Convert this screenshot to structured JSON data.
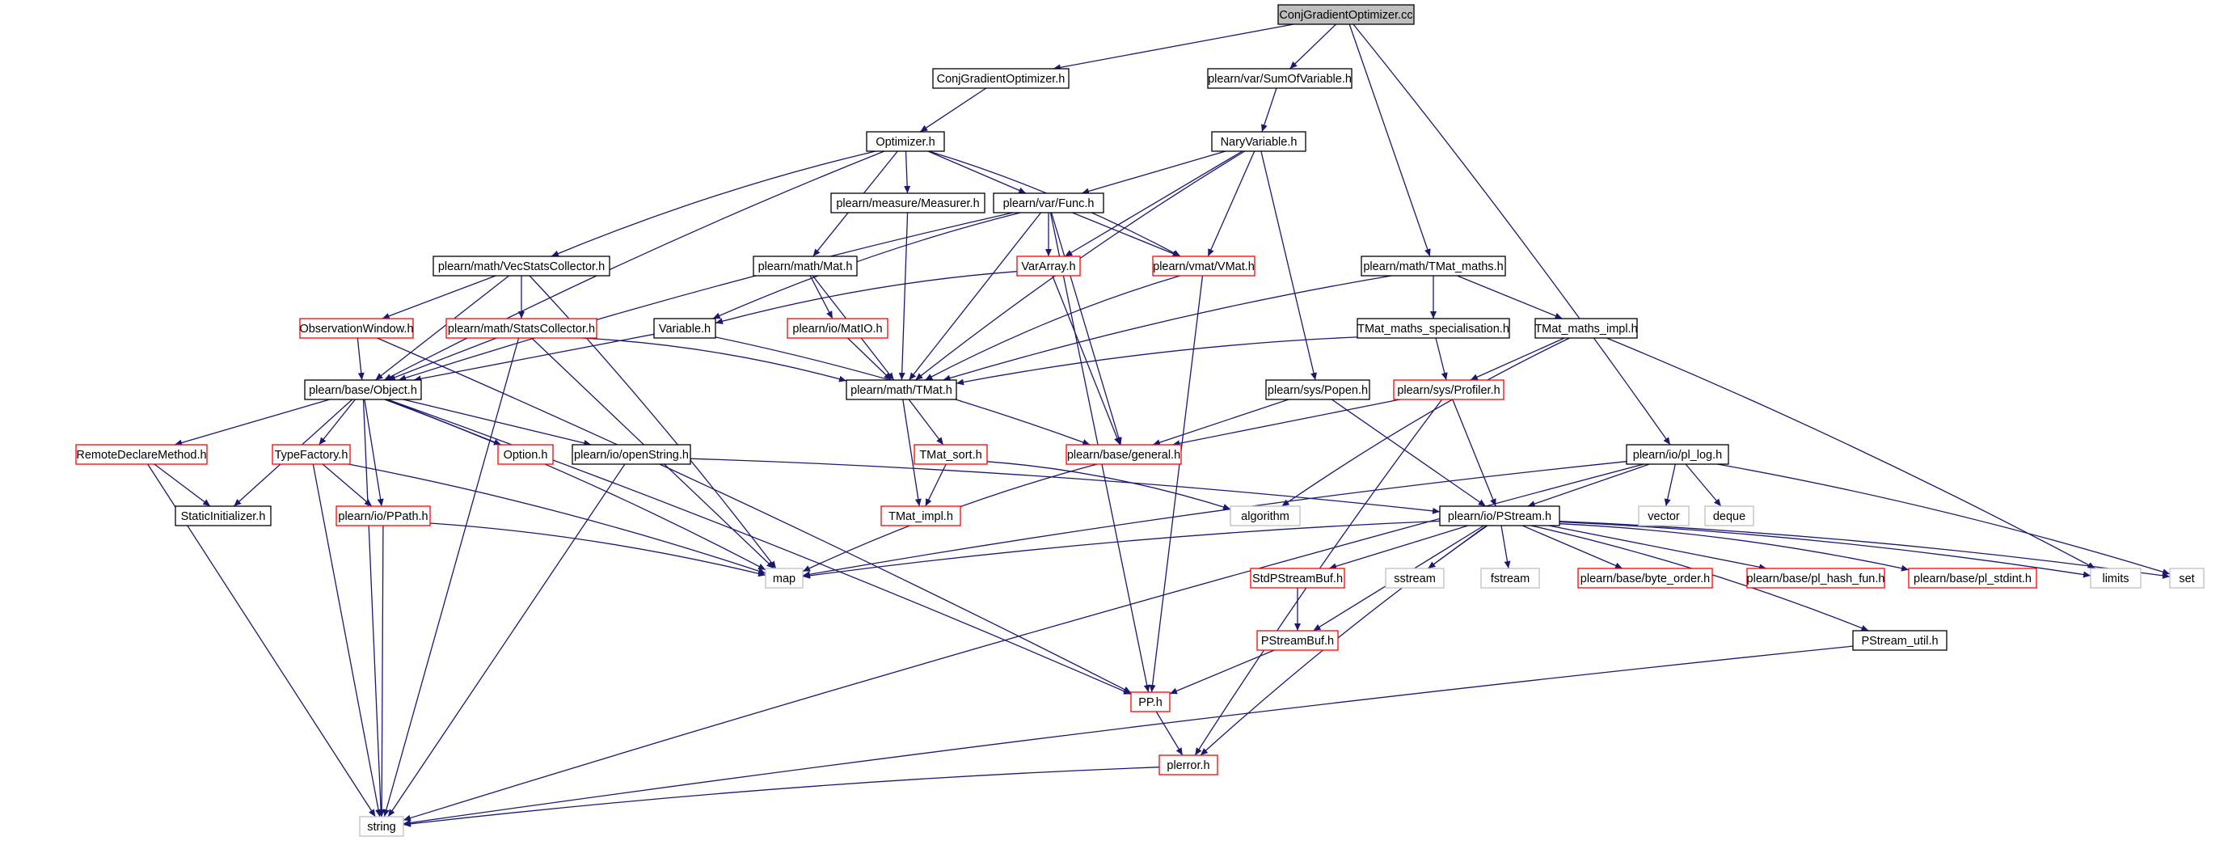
{
  "colors": {
    "edge": "#191970",
    "root_fill": "#bfbfbf",
    "node_fill": "#ffffff",
    "border_documented": "#000000",
    "border_truncated": "#ff0000",
    "border_external": "#bfbfbf"
  },
  "nodes": [
    {
      "id": "root",
      "label": "ConjGradientOptimizer.cc",
      "kind": "root"
    },
    {
      "id": "cgo_h",
      "label": "ConjGradientOptimizer.h",
      "kind": "documented"
    },
    {
      "id": "sumof",
      "label": "plearn/var/SumOfVariable.h",
      "kind": "documented"
    },
    {
      "id": "optimizer",
      "label": "Optimizer.h",
      "kind": "documented"
    },
    {
      "id": "nary",
      "label": "NaryVariable.h",
      "kind": "documented"
    },
    {
      "id": "measurer",
      "label": "plearn/measure/Measurer.h",
      "kind": "documented"
    },
    {
      "id": "func",
      "label": "plearn/var/Func.h",
      "kind": "documented"
    },
    {
      "id": "vecstats",
      "label": "plearn/math/VecStatsCollector.h",
      "kind": "documented"
    },
    {
      "id": "mat",
      "label": "plearn/math/Mat.h",
      "kind": "documented"
    },
    {
      "id": "vararray",
      "label": "VarArray.h",
      "kind": "truncated"
    },
    {
      "id": "vmat",
      "label": "plearn/vmat/VMat.h",
      "kind": "truncated"
    },
    {
      "id": "tmatmaths",
      "label": "plearn/math/TMat_maths.h",
      "kind": "documented"
    },
    {
      "id": "obswin",
      "label": "ObservationWindow.h",
      "kind": "truncated"
    },
    {
      "id": "statscoll",
      "label": "plearn/math/StatsCollector.h",
      "kind": "truncated"
    },
    {
      "id": "variable",
      "label": "Variable.h",
      "kind": "documented"
    },
    {
      "id": "matio",
      "label": "plearn/io/MatIO.h",
      "kind": "truncated"
    },
    {
      "id": "tmatspec",
      "label": "TMat_maths_specialisation.h",
      "kind": "documented"
    },
    {
      "id": "tmatimpl",
      "label": "TMat_maths_impl.h",
      "kind": "documented"
    },
    {
      "id": "object",
      "label": "plearn/base/Object.h",
      "kind": "documented"
    },
    {
      "id": "tmat",
      "label": "plearn/math/TMat.h",
      "kind": "documented"
    },
    {
      "id": "popen",
      "label": "plearn/sys/Popen.h",
      "kind": "documented"
    },
    {
      "id": "profiler",
      "label": "plearn/sys/Profiler.h",
      "kind": "truncated"
    },
    {
      "id": "remote",
      "label": "RemoteDeclareMethod.h",
      "kind": "truncated"
    },
    {
      "id": "typefac",
      "label": "TypeFactory.h",
      "kind": "truncated"
    },
    {
      "id": "option",
      "label": "Option.h",
      "kind": "truncated"
    },
    {
      "id": "openstring",
      "label": "plearn/io/openString.h",
      "kind": "documented"
    },
    {
      "id": "tmatsort",
      "label": "TMat_sort.h",
      "kind": "truncated"
    },
    {
      "id": "general",
      "label": "plearn/base/general.h",
      "kind": "truncated"
    },
    {
      "id": "pllog",
      "label": "plearn/io/pl_log.h",
      "kind": "documented"
    },
    {
      "id": "staticinit",
      "label": "StaticInitializer.h",
      "kind": "documented"
    },
    {
      "id": "ppath",
      "label": "plearn/io/PPath.h",
      "kind": "truncated"
    },
    {
      "id": "tmatimplh",
      "label": "TMat_impl.h",
      "kind": "truncated"
    },
    {
      "id": "algorithm",
      "label": "algorithm",
      "kind": "external"
    },
    {
      "id": "pstream",
      "label": "plearn/io/PStream.h",
      "kind": "documented"
    },
    {
      "id": "vector",
      "label": "vector",
      "kind": "external"
    },
    {
      "id": "deque",
      "label": "deque",
      "kind": "external"
    },
    {
      "id": "map",
      "label": "map",
      "kind": "external"
    },
    {
      "id": "stdpsb",
      "label": "StdPStreamBuf.h",
      "kind": "truncated"
    },
    {
      "id": "sstream",
      "label": "sstream",
      "kind": "external"
    },
    {
      "id": "fstream",
      "label": "fstream",
      "kind": "external"
    },
    {
      "id": "byteorder",
      "label": "plearn/base/byte_order.h",
      "kind": "truncated"
    },
    {
      "id": "hashfun",
      "label": "plearn/base/pl_hash_fun.h",
      "kind": "truncated"
    },
    {
      "id": "stdint",
      "label": "plearn/base/pl_stdint.h",
      "kind": "truncated"
    },
    {
      "id": "limits",
      "label": "limits",
      "kind": "external"
    },
    {
      "id": "set",
      "label": "set",
      "kind": "external"
    },
    {
      "id": "psbuf",
      "label": "PStreamBuf.h",
      "kind": "truncated"
    },
    {
      "id": "psutil",
      "label": "PStream_util.h",
      "kind": "documented"
    },
    {
      "id": "pp",
      "label": "PP.h",
      "kind": "truncated"
    },
    {
      "id": "plerror",
      "label": "plerror.h",
      "kind": "truncated"
    },
    {
      "id": "string",
      "label": "string",
      "kind": "external"
    }
  ],
  "edges": [
    [
      "root",
      "cgo_h"
    ],
    [
      "root",
      "sumof"
    ],
    [
      "root",
      "tmatmaths"
    ],
    [
      "root",
      "pllog"
    ],
    [
      "cgo_h",
      "optimizer"
    ],
    [
      "sumof",
      "nary"
    ],
    [
      "optimizer",
      "measurer"
    ],
    [
      "optimizer",
      "func"
    ],
    [
      "optimizer",
      "vecstats"
    ],
    [
      "optimizer",
      "mat"
    ],
    [
      "optimizer",
      "vmat"
    ],
    [
      "optimizer",
      "object"
    ],
    [
      "nary",
      "func"
    ],
    [
      "nary",
      "vararray"
    ],
    [
      "nary",
      "vmat"
    ],
    [
      "nary",
      "tmat"
    ],
    [
      "nary",
      "popen"
    ],
    [
      "measurer",
      "tmat"
    ],
    [
      "func",
      "vararray"
    ],
    [
      "func",
      "vmat"
    ],
    [
      "func",
      "variable"
    ],
    [
      "func",
      "object"
    ],
    [
      "func",
      "tmat"
    ],
    [
      "func",
      "general"
    ],
    [
      "func",
      "pp"
    ],
    [
      "vecstats",
      "obswin"
    ],
    [
      "vecstats",
      "statscoll"
    ],
    [
      "vecstats",
      "object"
    ],
    [
      "vecstats",
      "map"
    ],
    [
      "mat",
      "matio"
    ],
    [
      "mat",
      "tmat"
    ],
    [
      "vararray",
      "variable"
    ],
    [
      "vararray",
      "general"
    ],
    [
      "vmat",
      "tmat"
    ],
    [
      "vmat",
      "pp"
    ],
    [
      "tmatmaths",
      "tmatspec"
    ],
    [
      "tmatmaths",
      "tmatimpl"
    ],
    [
      "tmatmaths",
      "tmat"
    ],
    [
      "obswin",
      "object"
    ],
    [
      "obswin",
      "pp"
    ],
    [
      "statscoll",
      "object"
    ],
    [
      "statscoll",
      "tmat"
    ],
    [
      "statscoll",
      "string"
    ],
    [
      "statscoll",
      "map"
    ],
    [
      "variable",
      "object"
    ],
    [
      "variable",
      "general"
    ],
    [
      "matio",
      "tmat"
    ],
    [
      "tmatspec",
      "tmat"
    ],
    [
      "tmatspec",
      "profiler"
    ],
    [
      "tmatimpl",
      "profiler"
    ],
    [
      "tmatimpl",
      "algorithm"
    ],
    [
      "tmatimpl",
      "limits"
    ],
    [
      "object",
      "remote"
    ],
    [
      "object",
      "typefac"
    ],
    [
      "object",
      "option"
    ],
    [
      "object",
      "openstring"
    ],
    [
      "object",
      "ppath"
    ],
    [
      "object",
      "staticinit"
    ],
    [
      "object",
      "map"
    ],
    [
      "object",
      "string"
    ],
    [
      "object",
      "pp"
    ],
    [
      "tmat",
      "tmatsort"
    ],
    [
      "tmat",
      "tmatimplh"
    ],
    [
      "popen",
      "general"
    ],
    [
      "popen",
      "pstream"
    ],
    [
      "profiler",
      "general"
    ],
    [
      "profiler",
      "pstream"
    ],
    [
      "profiler",
      "plerror"
    ],
    [
      "remote",
      "staticinit"
    ],
    [
      "remote",
      "string"
    ],
    [
      "typefac",
      "ppath"
    ],
    [
      "typefac",
      "map"
    ],
    [
      "typefac",
      "string"
    ],
    [
      "openstring",
      "pstream"
    ],
    [
      "openstring",
      "string"
    ],
    [
      "tmatsort",
      "tmatimplh"
    ],
    [
      "tmatsort",
      "algorithm"
    ],
    [
      "general",
      "map"
    ],
    [
      "pllog",
      "pstream"
    ],
    [
      "pllog",
      "vector"
    ],
    [
      "pllog",
      "deque"
    ],
    [
      "pllog",
      "map"
    ],
    [
      "pllog",
      "set"
    ],
    [
      "pllog",
      "string"
    ],
    [
      "ppath",
      "map"
    ],
    [
      "ppath",
      "string"
    ],
    [
      "pstream",
      "map"
    ],
    [
      "pstream",
      "stdpsb"
    ],
    [
      "pstream",
      "sstream"
    ],
    [
      "pstream",
      "fstream"
    ],
    [
      "pstream",
      "byteorder"
    ],
    [
      "pstream",
      "hashfun"
    ],
    [
      "pstream",
      "stdint"
    ],
    [
      "pstream",
      "limits"
    ],
    [
      "pstream",
      "set"
    ],
    [
      "pstream",
      "psbuf"
    ],
    [
      "pstream",
      "psutil"
    ],
    [
      "pstream",
      "plerror"
    ],
    [
      "stdpsb",
      "psbuf"
    ],
    [
      "psbuf",
      "pp"
    ],
    [
      "psutil",
      "string"
    ],
    [
      "pp",
      "plerror"
    ],
    [
      "plerror",
      "string"
    ]
  ]
}
